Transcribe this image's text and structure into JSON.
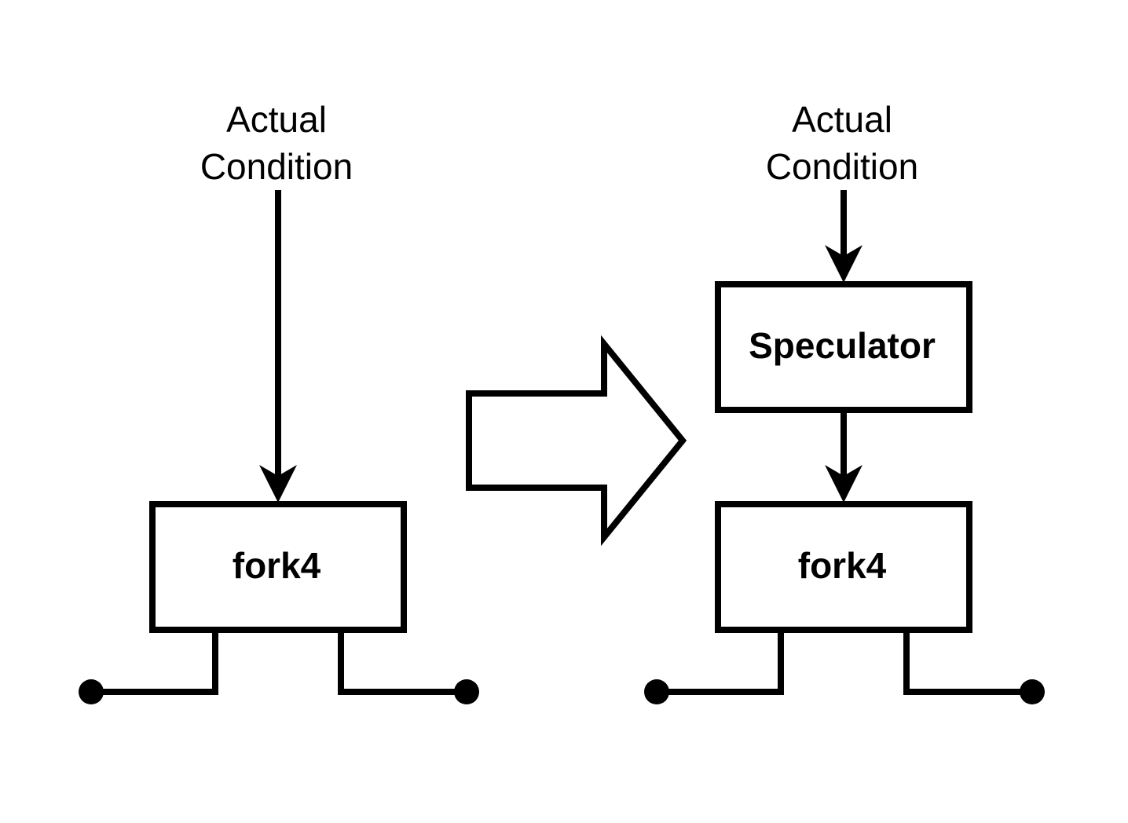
{
  "left_panel": {
    "input_label_line1": "Actual",
    "input_label_line2": "Condition",
    "fork_box_label": "fork4"
  },
  "right_panel": {
    "input_label_line1": "Actual",
    "input_label_line2": "Condition",
    "speculator_box_label": "Speculator",
    "fork_box_label": "fork4"
  },
  "colors": {
    "stroke": "#000000",
    "background": "#ffffff"
  }
}
